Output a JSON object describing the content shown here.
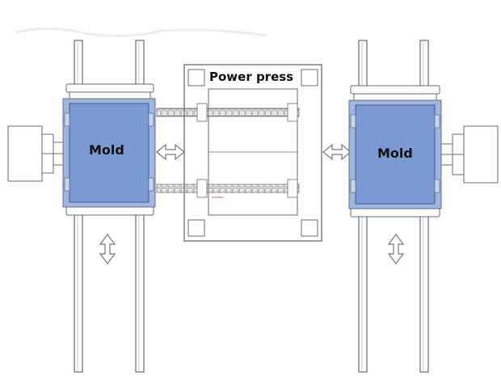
{
  "labels": {
    "power_press": "Power press",
    "mold_left": "Mold",
    "mold_right": "Mold"
  },
  "colors": {
    "mold_fill": "#7b9ad3",
    "mold_frame": "#9fb6de",
    "line": "#6b6b6b",
    "background": "#ffffff"
  },
  "icons": {
    "horizontal_arrow": "double-headed-left-right-arrow",
    "vertical_arrow": "double-headed-up-down-arrow"
  }
}
